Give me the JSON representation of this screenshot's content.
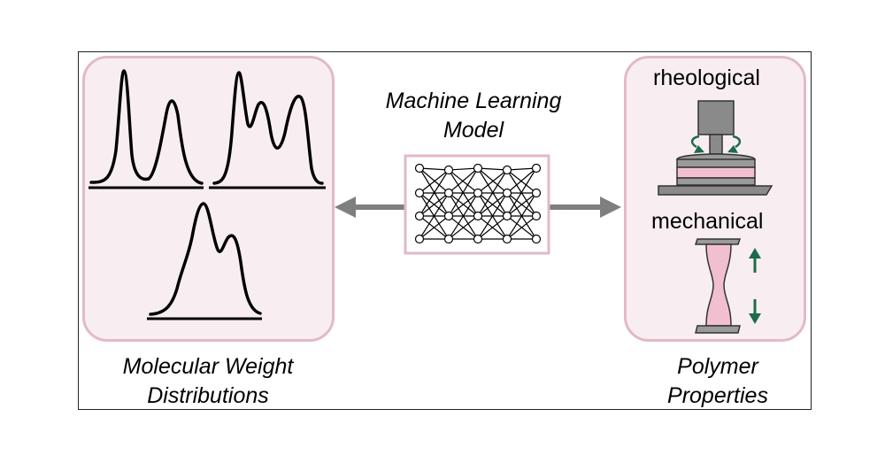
{
  "diagram": {
    "left_label": [
      "Molecular Weight",
      "Distributions"
    ],
    "center_label": [
      "Machine Learning",
      "Model"
    ],
    "right_label": [
      "Polymer",
      "Properties"
    ],
    "property_rheological": "rheological",
    "property_mechanical": "mechanical",
    "colors": {
      "panel_fill": "#f8eef2",
      "panel_border": "#e2b9c8",
      "arrow": "#7f7f7f",
      "accent_pink": "#f2bfd0",
      "accent_green": "#1d6b4a"
    }
  }
}
